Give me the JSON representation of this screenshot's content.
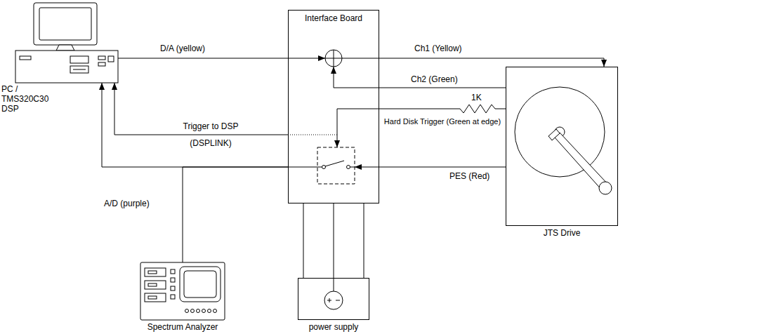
{
  "diagram": {
    "nodes": [
      {
        "text": [
          "PC / TMS320C30 DSP"
        ]
      },
      {
        "text": [
          "Interface Board"
        ]
      },
      {
        "text": [
          "JTS Drive"
        ]
      },
      {
        "text": [
          "Spectrum Analyzer"
        ]
      },
      {
        "text": [
          "power supply"
        ]
      }
    ],
    "edges": [
      {
        "from": 0,
        "to": 1,
        "arrow": "to",
        "label": "D/A (yellow)"
      },
      {
        "from": 1,
        "to": 2,
        "arrow": "to",
        "label": "Ch1 (Yellow)"
      },
      {
        "from": 2,
        "to": 1,
        "arrow": "to",
        "label": "Ch2 (Green)"
      },
      {
        "from": 2,
        "to": 1,
        "arrow": "to",
        "label": "Hard Disk Trigger (Green at edge)"
      },
      {
        "from": 2,
        "to": 1,
        "arrow": "to",
        "label": "PES (Red)"
      },
      {
        "from": 1,
        "to": 0,
        "arrow": "to",
        "label": "Trigger to DSP (DSPLINK)"
      },
      {
        "from": 1,
        "to": 0,
        "arrow": "to",
        "label": "A/D (purple)"
      },
      {
        "from": 1,
        "to": 3,
        "arrow": "none"
      },
      {
        "from": 1,
        "to": 4,
        "arrow": "none"
      },
      {
        "from": 1,
        "to": 4,
        "arrow": "none"
      },
      {
        "from": 1,
        "to": 4,
        "arrow": "none"
      }
    ],
    "labels": [
      "1K"
    ]
  }
}
